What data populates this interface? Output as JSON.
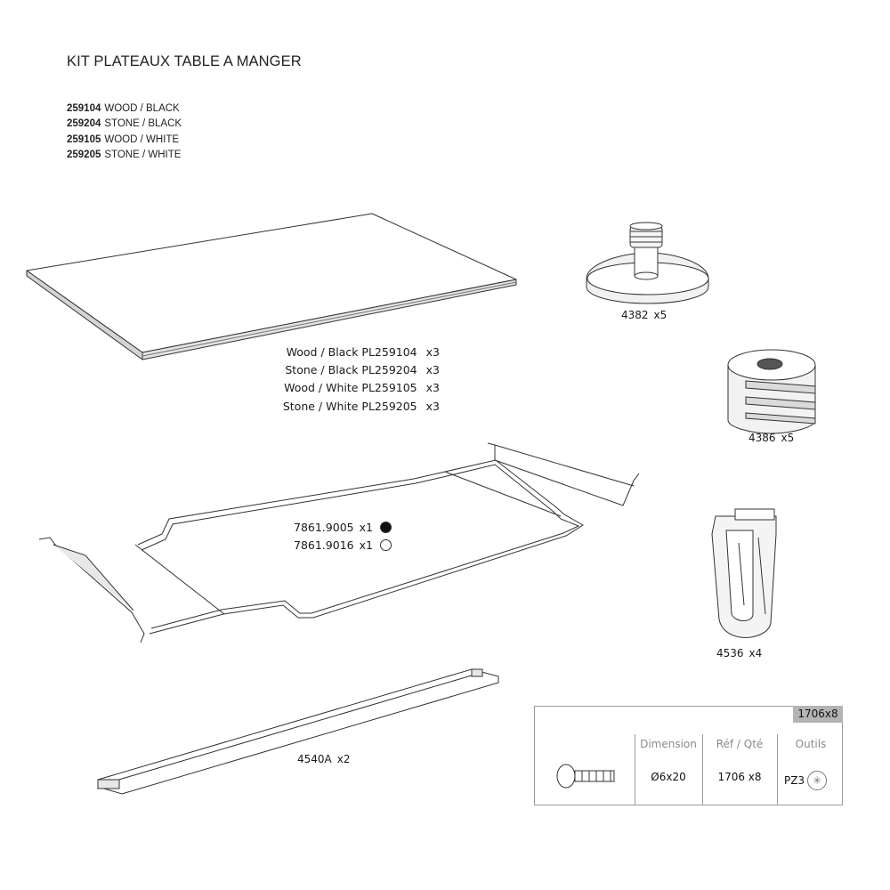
{
  "title": "KIT PLATEAUX TABLE A MANGER",
  "variants": [
    {
      "code": "259104",
      "label": "WOOD / BLACK"
    },
    {
      "code": "259204",
      "label": "STONE / BLACK"
    },
    {
      "code": "259105",
      "label": "WOOD / WHITE"
    },
    {
      "code": "259205",
      "label": "STONE / WHITE"
    }
  ],
  "panels": [
    {
      "name": "Wood / Black PL259104",
      "qty": "x3"
    },
    {
      "name": "Stone / Black PL259204",
      "qty": "x3"
    },
    {
      "name": "Wood / White PL259105",
      "qty": "x3"
    },
    {
      "name": "Stone / White PL259205",
      "qty": "x3"
    }
  ],
  "frames": [
    {
      "ref": "7861.9005",
      "qty": "x1",
      "color": "#111111"
    },
    {
      "ref": "7861.9016",
      "qty": "x1",
      "color": "#ffffff"
    }
  ],
  "parts": {
    "foot": {
      "ref": "4382",
      "qty": "x5"
    },
    "connector": {
      "ref": "4386",
      "qty": "x5"
    },
    "clip": {
      "ref": "4536",
      "qty": "x4"
    },
    "bar": {
      "ref": "4540A",
      "qty": "x2"
    }
  },
  "hardware": {
    "tag": "1706x8",
    "headers": {
      "dimension": "Dimension",
      "ref_qty": "Réf / Qté",
      "tools": "Outils"
    },
    "dimension": "Ø6x20",
    "ref_qty": "1706 x8",
    "tool": "PZ3"
  }
}
